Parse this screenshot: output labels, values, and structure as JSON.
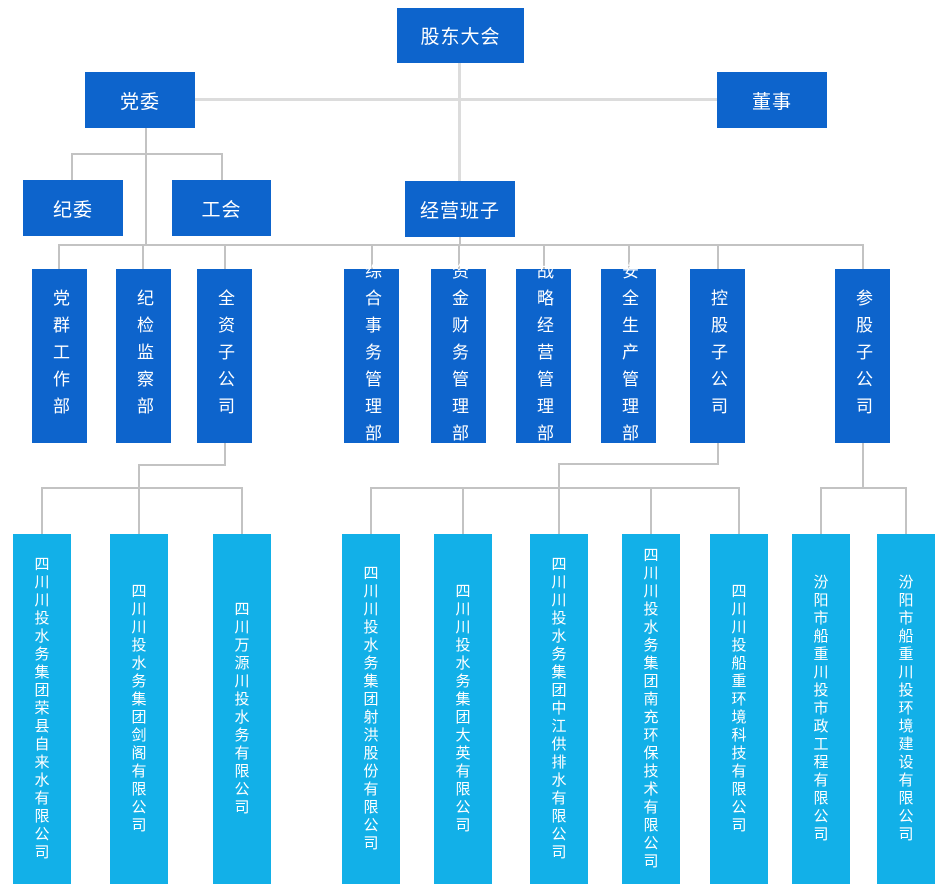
{
  "colors": {
    "box_blue": "#0d64cc",
    "box_cyan": "#12b0e8",
    "connector": "#c3c3c3",
    "connector_light": "#dcdcdc",
    "text": "#ffffff"
  },
  "nodes": {
    "shareholders_meeting": "股东大会",
    "party_committee": "党委",
    "directors": "董事",
    "discipline_committee": "纪委",
    "labor_union": "工会",
    "management_team": "经营班子"
  },
  "departments": [
    {
      "label": "党群工作部"
    },
    {
      "label": "纪检监察部"
    },
    {
      "label": "全资子公司"
    },
    {
      "label": "综合事务管理部"
    },
    {
      "label": "资金财务管理部"
    },
    {
      "label": "战略经营管理部"
    },
    {
      "label": "安全生产管理部"
    },
    {
      "label": "控股子公司"
    },
    {
      "label": "参股子公司"
    }
  ],
  "subsidiaries": [
    {
      "label": "四川川投水务集团荣县自来水有限公司"
    },
    {
      "label": "四川川投水务集团剑阁有限公司"
    },
    {
      "label": "四川万源川投水务有限公司"
    },
    {
      "label": "四川川投水务集团射洪股份有限公司"
    },
    {
      "label": "四川川投水务集团大英有限公司"
    },
    {
      "label": "四川川投水务集团中江供排水有限公司"
    },
    {
      "label": "四川川投水务集团南充环保技术有限公司"
    },
    {
      "label": "四川川投船重环境科技有限公司"
    },
    {
      "label": "汾阳市船重川投市政工程有限公司"
    },
    {
      "label": "汾阳市船重川投环境建设有限公司"
    }
  ]
}
